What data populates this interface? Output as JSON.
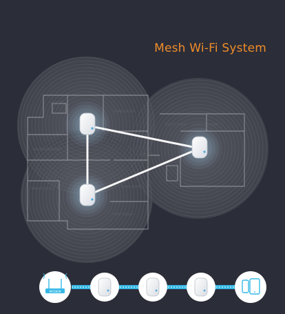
{
  "title": "Mesh Wi-Fi System",
  "colors": {
    "background": "#2b2d38",
    "title": "#f08d2a",
    "chain": "#35b8e6",
    "device_light": "#4ea8dd"
  },
  "floorplan_labels": [
    {
      "id": "laundry",
      "text": "LAUNDRY"
    },
    {
      "id": "dining",
      "text": "DINING ROOM"
    },
    {
      "id": "utility",
      "text": "UTILITY ROOM"
    },
    {
      "id": "guest",
      "text": "GUEST BEDROOM"
    },
    {
      "id": "master",
      "text": "MASTER BEDROOM"
    },
    {
      "id": "kitchen",
      "text": "KITCHEN"
    },
    {
      "id": "office",
      "text": "PRIVATE OFFICE"
    },
    {
      "id": "living",
      "text": "LIVING ROOM"
    },
    {
      "id": "front",
      "text": "FRONT PORCH"
    }
  ],
  "chain": [
    {
      "id": "modem",
      "icon": "modem-router-icon",
      "label": "MODEM"
    },
    {
      "id": "unit-1",
      "icon": "mesh-unit-icon"
    },
    {
      "id": "unit-2",
      "icon": "mesh-unit-icon"
    },
    {
      "id": "unit-3",
      "icon": "mesh-unit-icon"
    },
    {
      "id": "devices",
      "icon": "phone-tablet-icon"
    }
  ]
}
